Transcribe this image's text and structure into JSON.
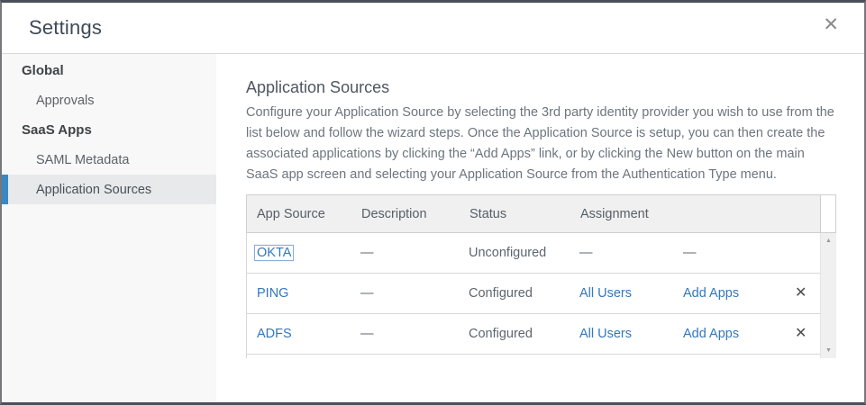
{
  "dialog": {
    "title": "Settings"
  },
  "icons": {
    "close": "✕",
    "remove": "✕",
    "scroll_up": "▲",
    "scroll_down": "▼"
  },
  "sidebar": {
    "sections": [
      {
        "label": "Global"
      },
      {
        "label": "SaaS Apps"
      }
    ],
    "items": [
      {
        "label": "Approvals"
      },
      {
        "label": "SAML Metadata"
      },
      {
        "label": "Application Sources"
      }
    ],
    "selected_item": "Application Sources"
  },
  "main": {
    "heading": "Application Sources",
    "description": "Configure your Application Source by selecting the 3rd party identity provider you wish to use from the list below and follow the wizard steps. Once the Application Source is setup, you can then create the associated applications by clicking the “Add Apps” link, or by clicking the New button on the main SaaS app screen and selecting your Application Source from the Authentication Type menu.",
    "table": {
      "headers": [
        "App Source",
        "Description",
        "Status",
        "Assignment"
      ],
      "rows": [
        {
          "app_source": "OKTA",
          "description": "—",
          "status": "Unconfigured",
          "assignment": "—",
          "action": "—"
        },
        {
          "app_source": "PING",
          "description": "—",
          "status": "Configured",
          "assignment": "All Users",
          "action": "Add Apps"
        },
        {
          "app_source": "ADFS",
          "description": "—",
          "status": "Configured",
          "assignment": "All Users",
          "action": "Add Apps"
        }
      ]
    }
  },
  "colors": {
    "accent_blue": "#3a87c4",
    "link_blue": "#3377bd",
    "selected_bg": "#e7e9eb",
    "table_header_bg": "#f0f0f0",
    "dialog_border": "#4b5058"
  }
}
